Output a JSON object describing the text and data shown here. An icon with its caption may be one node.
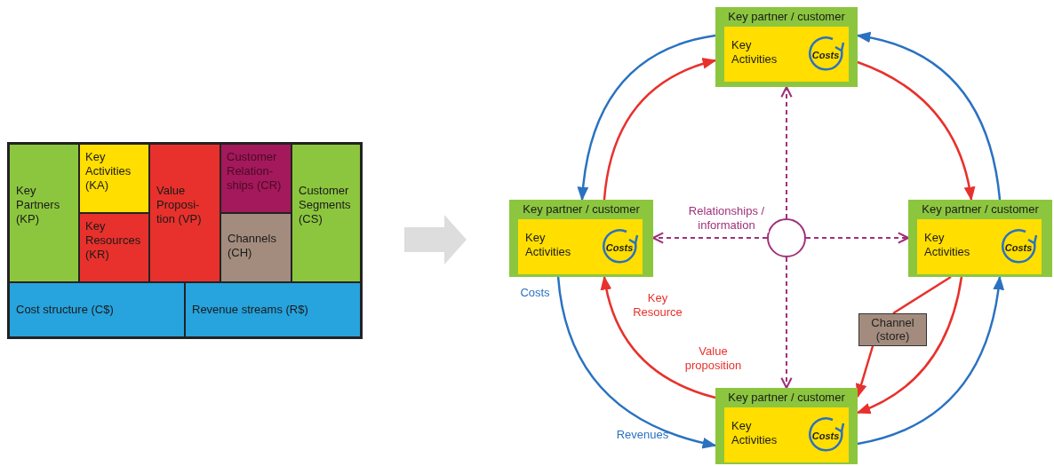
{
  "diagram": {
    "nodes": [
      {
        "text": [],
        "shape": "box"
      },
      {
        "text": [
          "Key Partners (KP)"
        ],
        "in": 0
      },
      {
        "text": [
          "Key Activities (KA)"
        ],
        "in": 0
      },
      {
        "text": [
          "Key Resources (KR)"
        ],
        "in": 0
      },
      {
        "text": [
          "Value Proposi- tion (VP)"
        ],
        "in": 0
      },
      {
        "text": [
          "Customer Relation- ships (CR)"
        ],
        "in": 0
      },
      {
        "text": [
          "Channels (CH)"
        ],
        "in": 0
      },
      {
        "text": [
          "Customer Segments (CS)"
        ],
        "in": 0
      },
      {
        "text": [
          "Cost structure (C$)"
        ],
        "in": 0
      },
      {
        "text": [
          "Revenue streams (R$)"
        ],
        "in": 0
      },
      {
        "text": [
          "Key partner / customer"
        ]
      },
      {
        "text": [
          "Key Activities"
        ],
        "in": 10
      },
      {
        "text": [
          "Costs"
        ],
        "in": 11
      },
      {
        "text": [
          "Key partner / customer"
        ]
      },
      {
        "text": [
          "Key Activities"
        ],
        "in": 13
      },
      {
        "text": [
          "Costs"
        ],
        "in": 14
      },
      {
        "text": [
          "Key partner / customer"
        ]
      },
      {
        "text": [
          "Key Activities"
        ],
        "in": 16
      },
      {
        "text": [
          "Costs"
        ],
        "in": 17
      },
      {
        "text": [
          "Key partner / customer"
        ]
      },
      {
        "text": [
          "Key Activities"
        ],
        "in": 19
      },
      {
        "text": [
          "Costs"
        ],
        "in": 20
      },
      {
        "text": [],
        "shape": "circle"
      },
      {
        "text": [
          "Channel (store)"
        ]
      }
    ],
    "edges": [
      {
        "from": 10,
        "to": 13,
        "arrow": "to",
        "color": "#2a72c0"
      },
      {
        "from": 13,
        "to": 10,
        "arrow": "to"
      },
      {
        "from": 10,
        "to": 16,
        "arrow": "to"
      },
      {
        "from": 16,
        "to": 10,
        "arrow": "to",
        "color": "#2a72c0"
      },
      {
        "from": 16,
        "to": 19,
        "arrow": "to"
      },
      {
        "from": 16,
        "to": 23,
        "arrow": "none"
      },
      {
        "from": 23,
        "to": 19,
        "arrow": "to"
      },
      {
        "from": 19,
        "to": 16,
        "arrow": "to",
        "color": "#2a72c0"
      },
      {
        "from": 13,
        "to": 19,
        "arrow": "to",
        "color": "#2a72c0"
      },
      {
        "from": 19,
        "to": 13,
        "arrow": "to"
      },
      {
        "from": 22,
        "to": 10,
        "arrow": "to",
        "style": "dashed",
        "color": "#a0307a"
      },
      {
        "from": 22,
        "to": 13,
        "arrow": "to",
        "style": "dashed",
        "color": "#a0307a",
        "label": "Relationships / information"
      },
      {
        "from": 22,
        "to": 16,
        "arrow": "to",
        "style": "dashed",
        "color": "#a0307a"
      },
      {
        "from": 22,
        "to": 19,
        "arrow": "to",
        "style": "dashed",
        "color": "#a0307a"
      }
    ],
    "labels": [
      "Costs",
      "Key Resource",
      "Value proposition",
      "Revenues"
    ]
  }
}
